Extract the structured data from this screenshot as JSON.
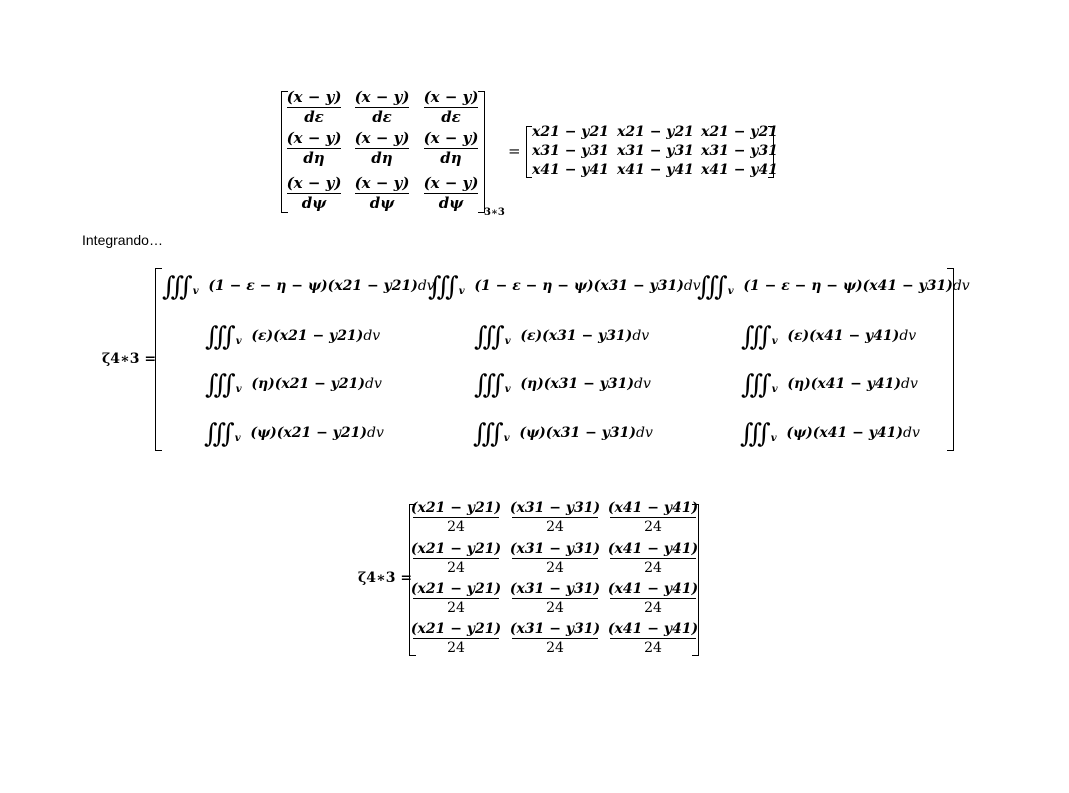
{
  "eq1": {
    "lhs_numerator": "(x − y)",
    "lhs_denominators": [
      "dε",
      "dη",
      "dψ"
    ],
    "lhs_dim": "3∗3",
    "equals": "=",
    "rhs_rows": [
      [
        "x21 − y21",
        "x21 − y21",
        "x21 − y21"
      ],
      [
        "x31 − y31",
        "x31 − y31",
        "x31 − y31"
      ],
      [
        "x41 − y41",
        "x41 − y41",
        "x41 − y41"
      ]
    ]
  },
  "integrando_text": "Integrando…",
  "eq2": {
    "label": "ζ4∗3 =",
    "integral_symbol": "∭",
    "integral_sub": "v",
    "differential": "dv",
    "factors": [
      "(1 − ε − η − ψ)",
      "(ε)",
      "(η)",
      "(ψ)"
    ],
    "columns": [
      "(x21 − y21)",
      "(x31 − y31)",
      "(x41 − y31)",
      "(x41 − y41)"
    ]
  },
  "eq3": {
    "label": "ζ4∗3 =",
    "denominator": "24",
    "columns": [
      "(x21 − y21)",
      "(x31 − y31)",
      "(x41 − y41)"
    ]
  }
}
